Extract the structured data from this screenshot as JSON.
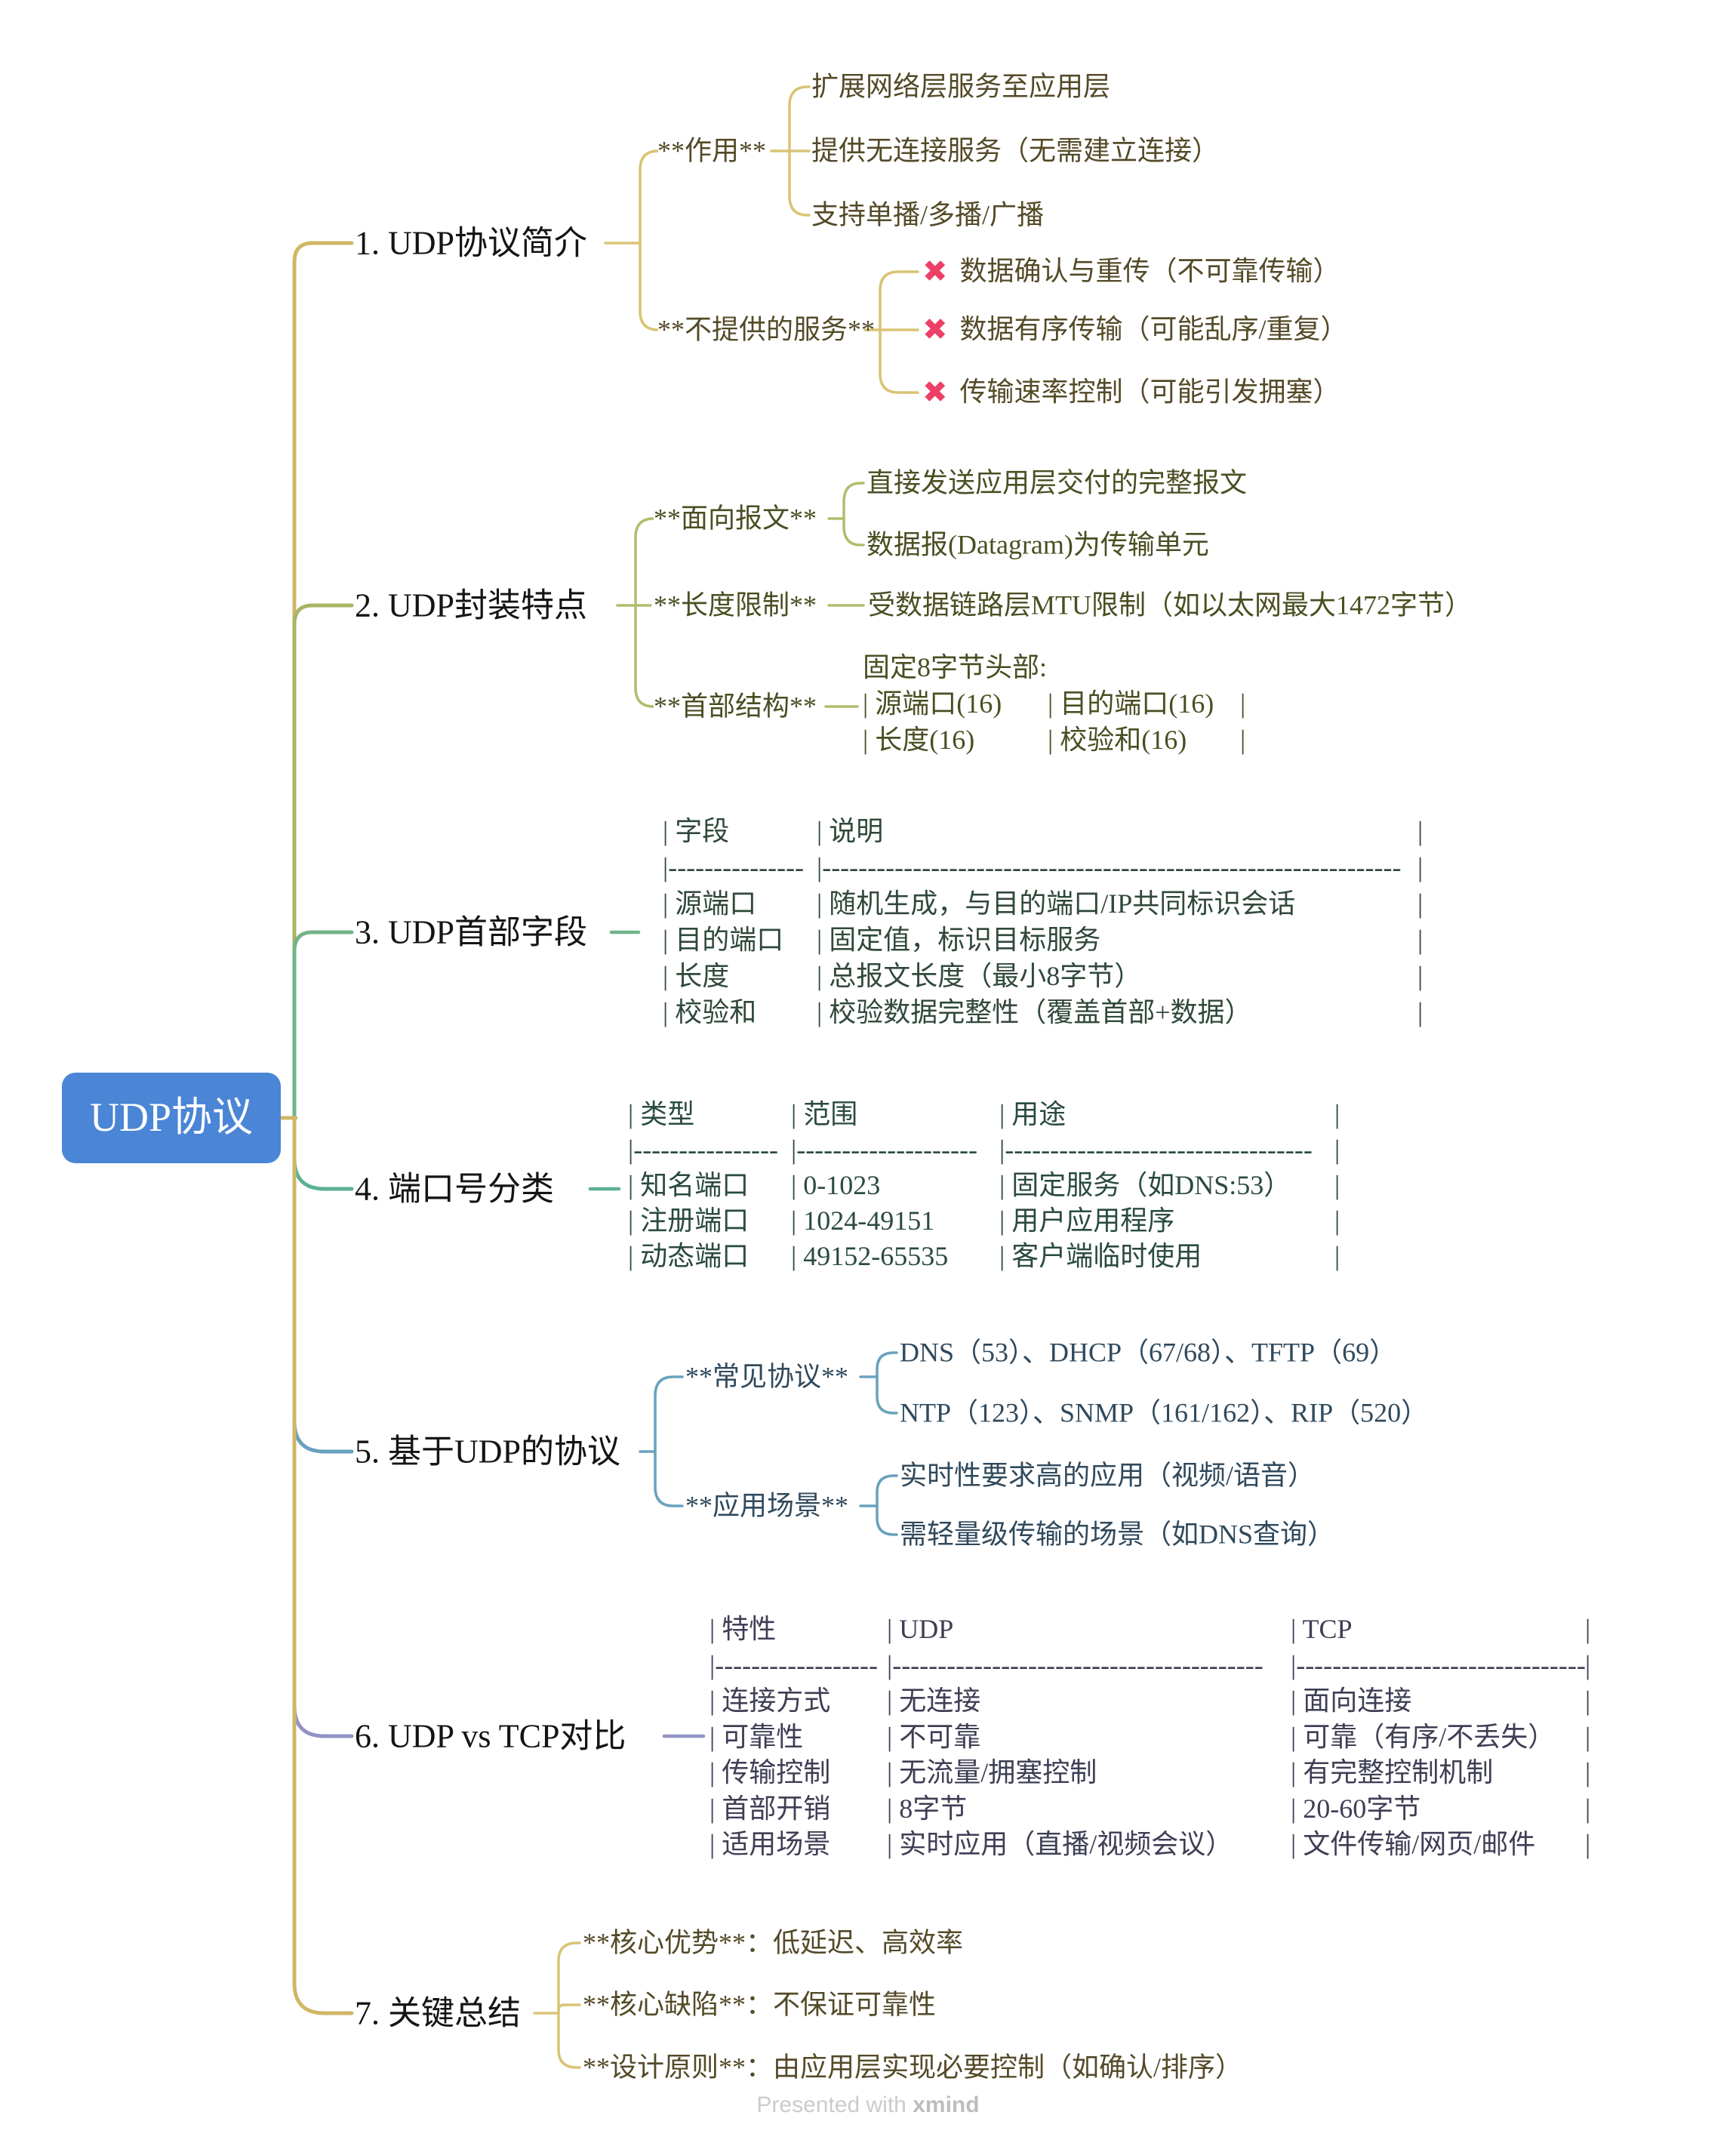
{
  "root": {
    "label": "UDP协议"
  },
  "icons": {
    "cross": "✖"
  },
  "colors": {
    "root_bg": "#4a85d6",
    "branch1": "#cfb765",
    "branch2": "#a9b464",
    "branch3": "#72b389",
    "branch4": "#5cb093",
    "branch5": "#6aa1bd",
    "branch6": "#9193c5",
    "branch7": "#cfb765",
    "cross": "#ee3f66"
  },
  "branches": [
    {
      "title": "1. UDP协议简介",
      "groups": [
        {
          "label": "**作用**",
          "children": [
            "扩展网络层服务至应用层",
            "提供无连接服务（无需建立连接）",
            "支持单播/多播/广播"
          ]
        },
        {
          "label": "**不提供的服务**",
          "children": [
            "数据确认与重传（不可靠传输）",
            "数据有序传输（可能乱序/重复）",
            "传输速率控制（可能引发拥塞）"
          ]
        }
      ]
    },
    {
      "title": "2. UDP封装特点",
      "groups": [
        {
          "label": "**面向报文**",
          "children": [
            "直接发送应用层交付的完整报文",
            "数据报(Datagram)为传输单元"
          ]
        },
        {
          "label": "**长度限制**",
          "children": [
            "受数据链路层MTU限制（如以太网最大1472字节）"
          ]
        },
        {
          "label": "**首部结构**",
          "children": [
            "固定8字节头部:"
          ]
        }
      ],
      "header_table": {
        "rows": [
          [
            "| 源端口(16)",
            "| 目的端口(16)",
            "|"
          ],
          [
            "| 长度(16)",
            "| 校验和(16)",
            "|"
          ]
        ]
      }
    },
    {
      "title": "3. UDP首部字段",
      "table": {
        "rows": [
          [
            "| 字段",
            "| 说明",
            "|"
          ],
          [
            "|---------------",
            "|----------------------------------------------------------------",
            "|"
          ],
          [
            "| 源端口",
            "| 随机生成，与目的端口/IP共同标识会话",
            "|"
          ],
          [
            "| 目的端口",
            "| 固定值，标识目标服务",
            "|"
          ],
          [
            "| 长度",
            "| 总报文长度（最小8字节）",
            "|"
          ],
          [
            "| 校验和",
            "| 校验数据完整性（覆盖首部+数据）",
            "|"
          ]
        ]
      }
    },
    {
      "title": "4. 端口号分类",
      "table": {
        "rows": [
          [
            "| 类型",
            "| 范围",
            "| 用途",
            "|"
          ],
          [
            "|----------------",
            "|--------------------",
            "|----------------------------------",
            "|"
          ],
          [
            "| 知名端口",
            "| 0-1023",
            "| 固定服务（如DNS:53）",
            "|"
          ],
          [
            "| 注册端口",
            "| 1024-49151",
            "| 用户应用程序",
            "|"
          ],
          [
            "| 动态端口",
            "| 49152-65535",
            "| 客户端临时使用",
            "|"
          ]
        ]
      }
    },
    {
      "title": "5. 基于UDP的协议",
      "groups": [
        {
          "label": "**常见协议**",
          "children": [
            "DNS（53）、DHCP（67/68）、TFTP（69）",
            "NTP（123）、SNMP（161/162）、RIP（520）"
          ]
        },
        {
          "label": "**应用场景**",
          "children": [
            "实时性要求高的应用（视频/语音）",
            "需轻量级传输的场景（如DNS查询）"
          ]
        }
      ]
    },
    {
      "title": "6. UDP vs TCP对比",
      "table": {
        "rows": [
          [
            "| 特性",
            "| UDP",
            "| TCP",
            "|"
          ],
          [
            "|------------------",
            "|-----------------------------------------",
            "|--------------------------------",
            "|"
          ],
          [
            "| 连接方式",
            "| 无连接",
            "| 面向连接",
            "|"
          ],
          [
            "| 可靠性",
            "| 不可靠",
            "| 可靠（有序/不丢失）",
            "|"
          ],
          [
            "| 传输控制",
            "| 无流量/拥塞控制",
            "| 有完整控制机制",
            "|"
          ],
          [
            "| 首部开销",
            "| 8字节",
            "| 20-60字节",
            "|"
          ],
          [
            "| 适用场景",
            "| 实时应用（直播/视频会议）",
            "| 文件传输/网页/邮件",
            "|"
          ]
        ]
      }
    },
    {
      "title": "7. 关键总结",
      "groups": [
        {
          "label": "",
          "children": [
            "**核心优势**：低延迟、高效率",
            "**核心缺陷**：不保证可靠性",
            "**设计原则**：由应用层实现必要控制（如确认/排序）"
          ]
        }
      ]
    }
  ],
  "watermark": {
    "prefix": "Presented with ",
    "brand": "xmind"
  }
}
